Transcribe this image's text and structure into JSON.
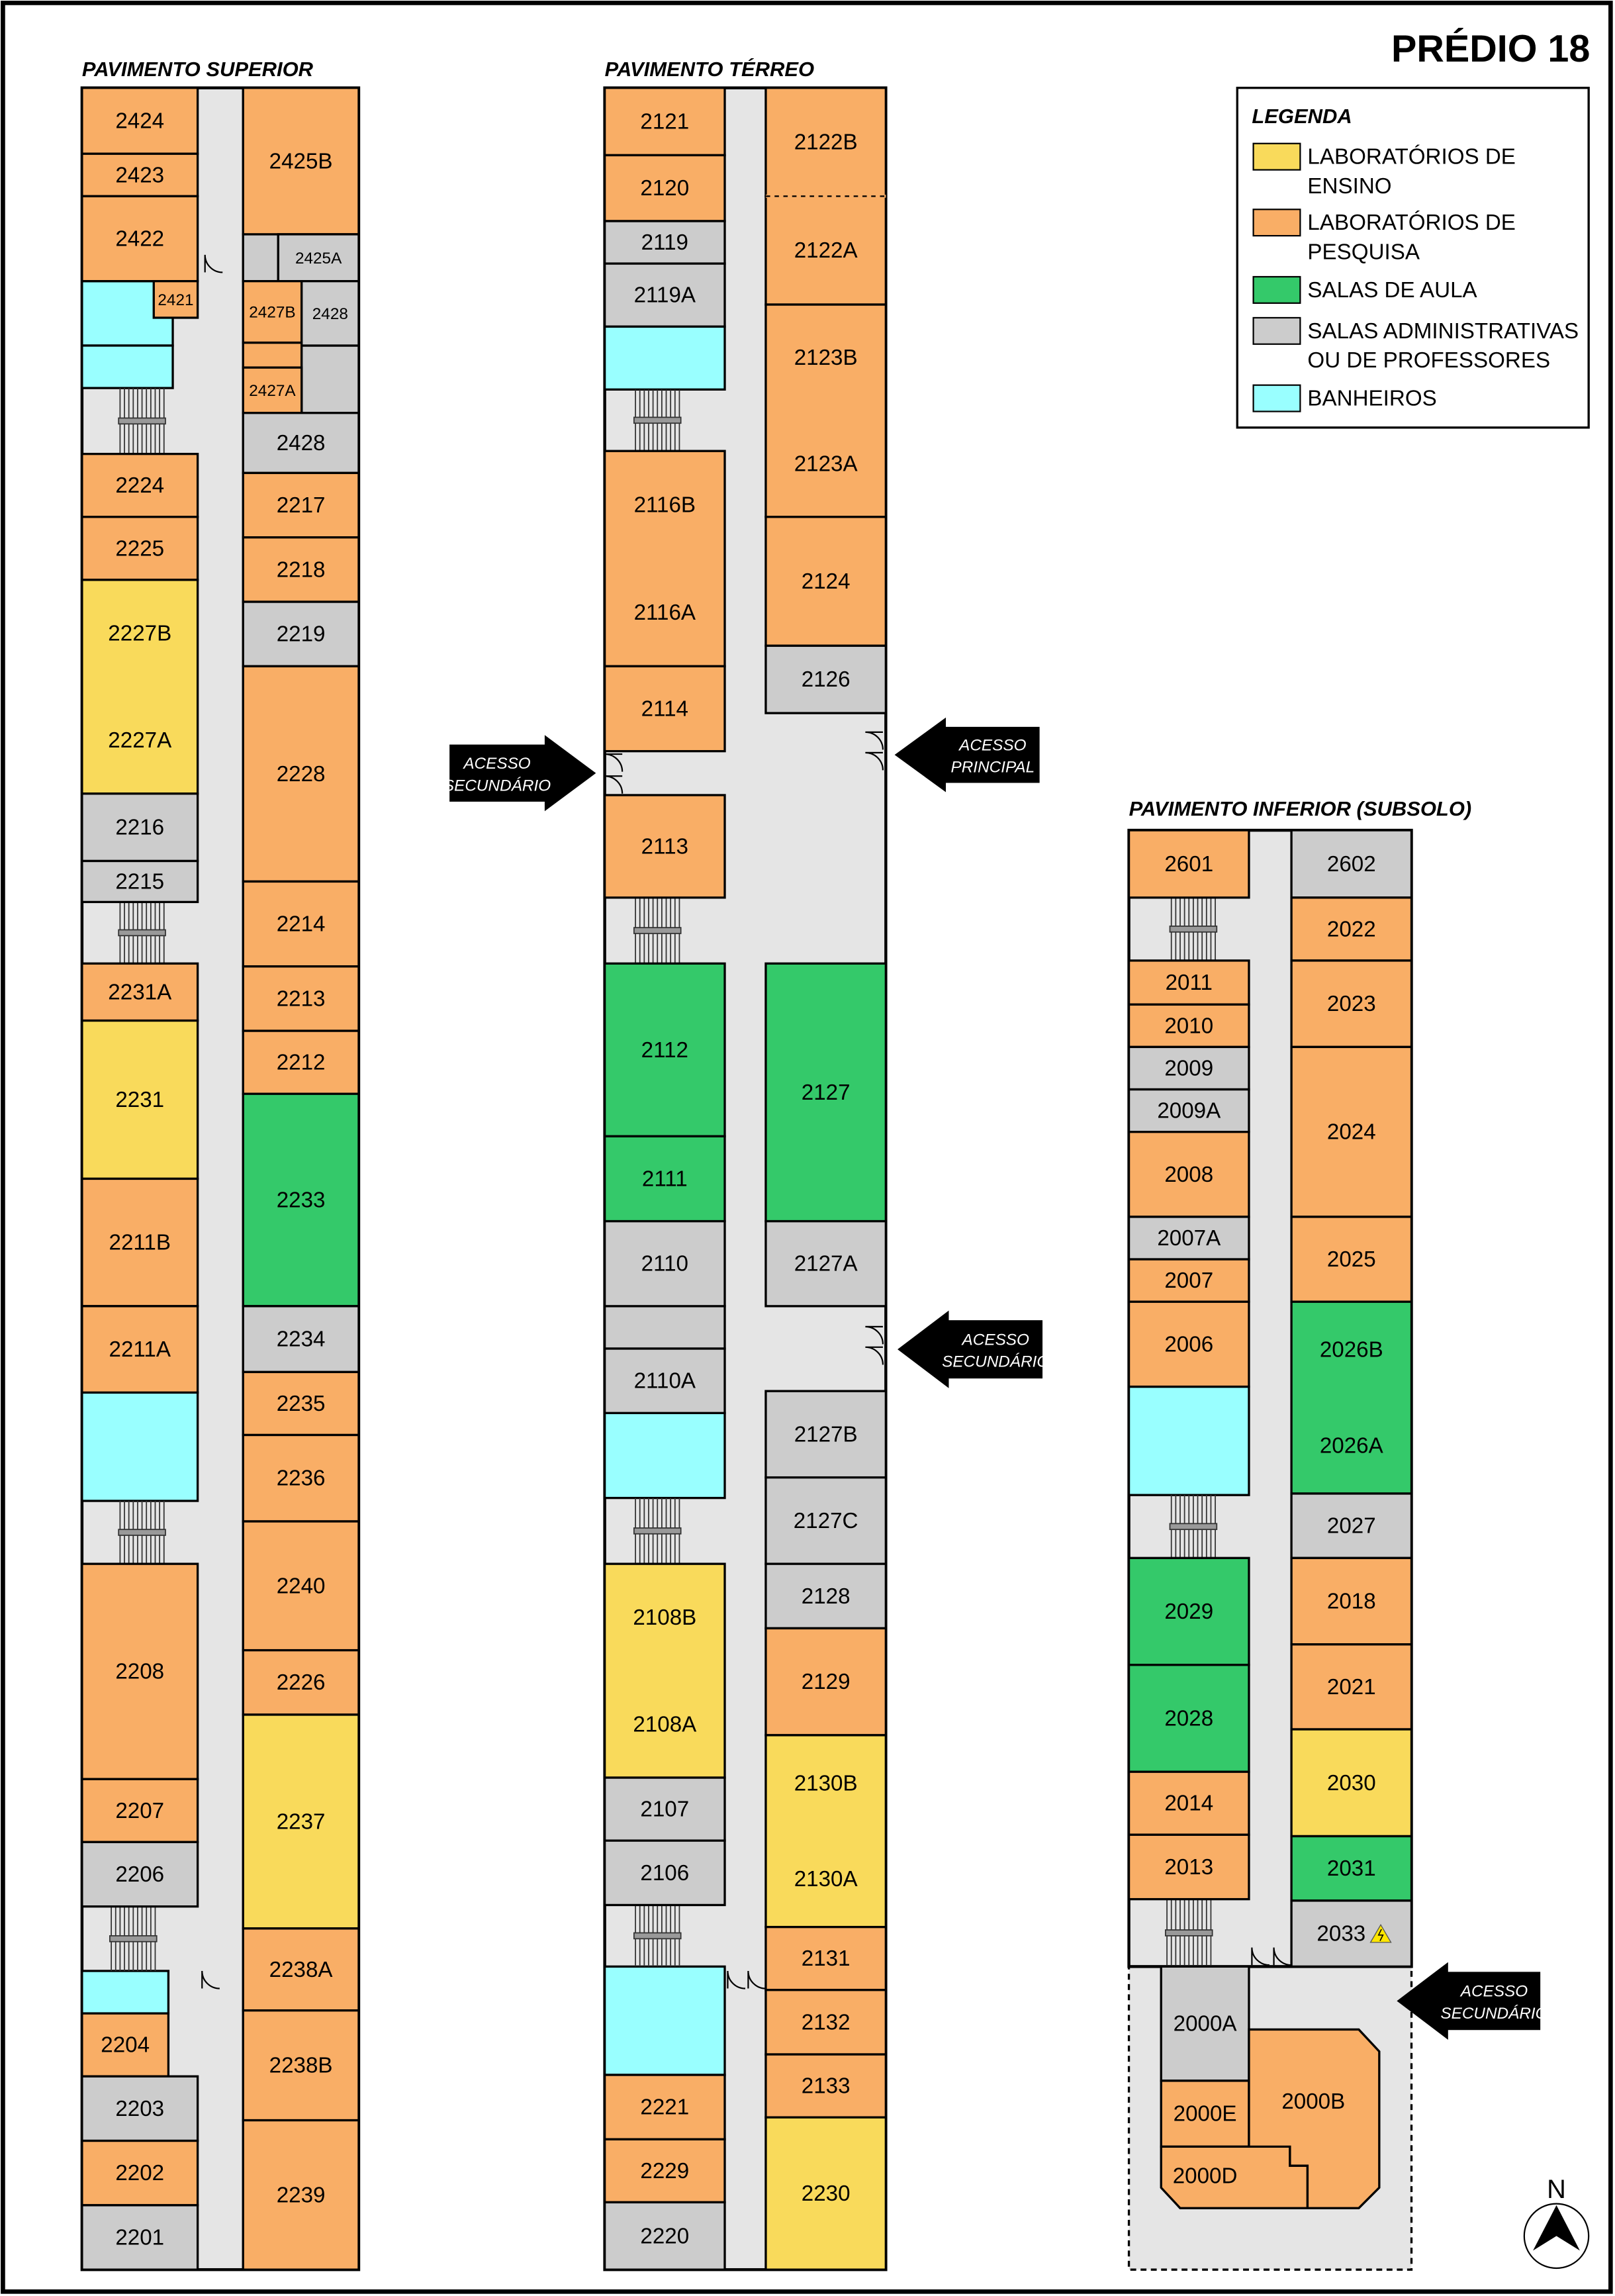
{
  "title": "PRÉDIO 18",
  "colors": {
    "ensino": "#F9DA5B",
    "pesquisa": "#F9AE66",
    "aula": "#34C96A",
    "admin": "#CCCCCC",
    "banheiro": "#99FFFF",
    "corridor": "#E5E5E5"
  },
  "legend": {
    "title": "LEGENDA",
    "items": [
      {
        "type": "ensino",
        "line1": "LABORATÓRIOS DE",
        "line2": "ENSINO"
      },
      {
        "type": "pesquisa",
        "line1": "LABORATÓRIOS DE",
        "line2": "PESQUISA"
      },
      {
        "type": "aula",
        "line1": "SALAS DE AULA",
        "line2": ""
      },
      {
        "type": "admin",
        "line1": "SALAS ADMINISTRATIVAS",
        "line2": "OU DE PROFESSORES"
      },
      {
        "type": "banheiro",
        "line1": "BANHEIROS",
        "line2": ""
      }
    ]
  },
  "access": [
    {
      "line1": "ACESSO",
      "line2": "SECUNDÁRIO"
    },
    {
      "line1": "ACESSO",
      "line2": "PRINCIPAL"
    },
    {
      "line1": "ACESSO",
      "line2": "SECUNDÁRIO"
    },
    {
      "line1": "ACESSO",
      "line2": "SECUNDÁRIO"
    }
  ],
  "compass": "N",
  "floors": [
    {
      "name": "PAVIMENTO SUPERIOR",
      "rooms": [
        {
          "labels": [
            "2424"
          ],
          "type": "pesquisa"
        },
        {
          "labels": [
            "2423"
          ],
          "type": "pesquisa"
        },
        {
          "labels": [
            "2422"
          ],
          "type": "pesquisa"
        },
        {
          "labels": [
            "2421"
          ],
          "type": "pesquisa"
        },
        {
          "labels": [
            "2224"
          ],
          "type": "pesquisa"
        },
        {
          "labels": [
            "2225"
          ],
          "type": "pesquisa"
        },
        {
          "labels": [
            "2227B",
            "2227A"
          ],
          "type": "ensino"
        },
        {
          "labels": [
            "2216"
          ],
          "type": "admin"
        },
        {
          "labels": [
            "2215"
          ],
          "type": "admin"
        },
        {
          "labels": [
            "2231A"
          ],
          "type": "pesquisa"
        },
        {
          "labels": [
            "2231"
          ],
          "type": "ensino"
        },
        {
          "labels": [
            "2211B"
          ],
          "type": "pesquisa"
        },
        {
          "labels": [
            "2211A"
          ],
          "type": "pesquisa"
        },
        {
          "labels": [
            "2208"
          ],
          "type": "pesquisa"
        },
        {
          "labels": [
            "2207"
          ],
          "type": "pesquisa"
        },
        {
          "labels": [
            "2206"
          ],
          "type": "admin"
        },
        {
          "labels": [
            "2204"
          ],
          "type": "pesquisa"
        },
        {
          "labels": [
            "2203"
          ],
          "type": "admin"
        },
        {
          "labels": [
            "2202"
          ],
          "type": "pesquisa"
        },
        {
          "labels": [
            "2201"
          ],
          "type": "admin"
        },
        {
          "labels": [
            "2425B"
          ],
          "type": "pesquisa"
        },
        {
          "labels": [
            "2425A"
          ],
          "type": "admin"
        },
        {
          "labels": [
            "2427B"
          ],
          "type": "pesquisa"
        },
        {
          "labels": [
            "2428"
          ],
          "type": "admin"
        },
        {
          "labels": [
            "2427A"
          ],
          "type": "pesquisa"
        },
        {
          "labels": [
            "2428"
          ],
          "type": "admin"
        },
        {
          "labels": [
            "2217"
          ],
          "type": "pesquisa"
        },
        {
          "labels": [
            "2218"
          ],
          "type": "pesquisa"
        },
        {
          "labels": [
            "2219"
          ],
          "type": "admin"
        },
        {
          "labels": [
            "2228"
          ],
          "type": "pesquisa"
        },
        {
          "labels": [
            "2214"
          ],
          "type": "pesquisa"
        },
        {
          "labels": [
            "2213"
          ],
          "type": "pesquisa"
        },
        {
          "labels": [
            "2212"
          ],
          "type": "pesquisa"
        },
        {
          "labels": [
            "2233"
          ],
          "type": "aula"
        },
        {
          "labels": [
            "2234"
          ],
          "type": "admin"
        },
        {
          "labels": [
            "2235"
          ],
          "type": "pesquisa"
        },
        {
          "labels": [
            "2236"
          ],
          "type": "pesquisa"
        },
        {
          "labels": [
            "2240"
          ],
          "type": "pesquisa"
        },
        {
          "labels": [
            "2226"
          ],
          "type": "pesquisa"
        },
        {
          "labels": [
            "2237"
          ],
          "type": "ensino"
        },
        {
          "labels": [
            "2238A"
          ],
          "type": "pesquisa"
        },
        {
          "labels": [
            "2238B"
          ],
          "type": "pesquisa"
        },
        {
          "labels": [
            "2239"
          ],
          "type": "pesquisa"
        }
      ]
    },
    {
      "name": "PAVIMENTO TÉRREO",
      "rooms": [
        {
          "labels": [
            "2121"
          ],
          "type": "pesquisa"
        },
        {
          "labels": [
            "2120"
          ],
          "type": "pesquisa"
        },
        {
          "labels": [
            "2119"
          ],
          "type": "admin"
        },
        {
          "labels": [
            "2119A"
          ],
          "type": "admin"
        },
        {
          "labels": [
            "2116B",
            "2116A"
          ],
          "type": "pesquisa"
        },
        {
          "labels": [
            "2114"
          ],
          "type": "pesquisa"
        },
        {
          "labels": [
            "2113"
          ],
          "type": "pesquisa"
        },
        {
          "labels": [
            "2112"
          ],
          "type": "aula"
        },
        {
          "labels": [
            "2111"
          ],
          "type": "aula"
        },
        {
          "labels": [
            "2110"
          ],
          "type": "admin"
        },
        {
          "labels": [
            "2110A"
          ],
          "type": "admin"
        },
        {
          "labels": [
            "2108B",
            "2108A"
          ],
          "type": "ensino"
        },
        {
          "labels": [
            "2107"
          ],
          "type": "admin"
        },
        {
          "labels": [
            "2106"
          ],
          "type": "admin"
        },
        {
          "labels": [
            "2221"
          ],
          "type": "pesquisa"
        },
        {
          "labels": [
            "2229"
          ],
          "type": "pesquisa"
        },
        {
          "labels": [
            "2220"
          ],
          "type": "admin"
        },
        {
          "labels": [
            "2122B"
          ],
          "type": "pesquisa"
        },
        {
          "labels": [
            "2122A"
          ],
          "type": "pesquisa"
        },
        {
          "labels": [
            "2123B",
            "2123A"
          ],
          "type": "pesquisa"
        },
        {
          "labels": [
            "2124"
          ],
          "type": "pesquisa"
        },
        {
          "labels": [
            "2126"
          ],
          "type": "admin"
        },
        {
          "labels": [
            "2127"
          ],
          "type": "aula"
        },
        {
          "labels": [
            "2127A"
          ],
          "type": "admin"
        },
        {
          "labels": [
            "2127B"
          ],
          "type": "admin"
        },
        {
          "labels": [
            "2127C"
          ],
          "type": "admin"
        },
        {
          "labels": [
            "2128"
          ],
          "type": "admin"
        },
        {
          "labels": [
            "2129"
          ],
          "type": "pesquisa"
        },
        {
          "labels": [
            "2130B",
            "2130A"
          ],
          "type": "ensino"
        },
        {
          "labels": [
            "2131"
          ],
          "type": "pesquisa"
        },
        {
          "labels": [
            "2132"
          ],
          "type": "pesquisa"
        },
        {
          "labels": [
            "2133"
          ],
          "type": "pesquisa"
        },
        {
          "labels": [
            "2230"
          ],
          "type": "ensino"
        }
      ]
    },
    {
      "name": "PAVIMENTO INFERIOR (SUBSOLO)",
      "rooms": [
        {
          "labels": [
            "2601"
          ],
          "type": "pesquisa"
        },
        {
          "labels": [
            "2011"
          ],
          "type": "pesquisa"
        },
        {
          "labels": [
            "2010"
          ],
          "type": "pesquisa"
        },
        {
          "labels": [
            "2009"
          ],
          "type": "admin"
        },
        {
          "labels": [
            "2009A"
          ],
          "type": "admin"
        },
        {
          "labels": [
            "2008"
          ],
          "type": "pesquisa"
        },
        {
          "labels": [
            "2007A"
          ],
          "type": "admin"
        },
        {
          "labels": [
            "2007"
          ],
          "type": "pesquisa"
        },
        {
          "labels": [
            "2006"
          ],
          "type": "pesquisa"
        },
        {
          "labels": [
            "2029"
          ],
          "type": "aula"
        },
        {
          "labels": [
            "2028"
          ],
          "type": "aula"
        },
        {
          "labels": [
            "2014"
          ],
          "type": "pesquisa"
        },
        {
          "labels": [
            "2013"
          ],
          "type": "pesquisa"
        },
        {
          "labels": [
            "2602"
          ],
          "type": "admin"
        },
        {
          "labels": [
            "2022"
          ],
          "type": "pesquisa"
        },
        {
          "labels": [
            "2023"
          ],
          "type": "pesquisa"
        },
        {
          "labels": [
            "2024"
          ],
          "type": "pesquisa"
        },
        {
          "labels": [
            "2025"
          ],
          "type": "pesquisa"
        },
        {
          "labels": [
            "2026B",
            "2026A"
          ],
          "type": "aula"
        },
        {
          "labels": [
            "2027"
          ],
          "type": "admin"
        },
        {
          "labels": [
            "2018"
          ],
          "type": "pesquisa"
        },
        {
          "labels": [
            "2021"
          ],
          "type": "pesquisa"
        },
        {
          "labels": [
            "2030"
          ],
          "type": "ensino"
        },
        {
          "labels": [
            "2031"
          ],
          "type": "aula"
        },
        {
          "labels": [
            "2033"
          ],
          "type": "admin",
          "icon": "warning-icon"
        },
        {
          "labels": [
            "2000A"
          ],
          "type": "admin"
        },
        {
          "labels": [
            "2000E"
          ],
          "type": "pesquisa"
        },
        {
          "labels": [
            "2000D"
          ],
          "type": "pesquisa"
        },
        {
          "labels": [
            "2000B"
          ],
          "type": "pesquisa"
        }
      ]
    }
  ]
}
